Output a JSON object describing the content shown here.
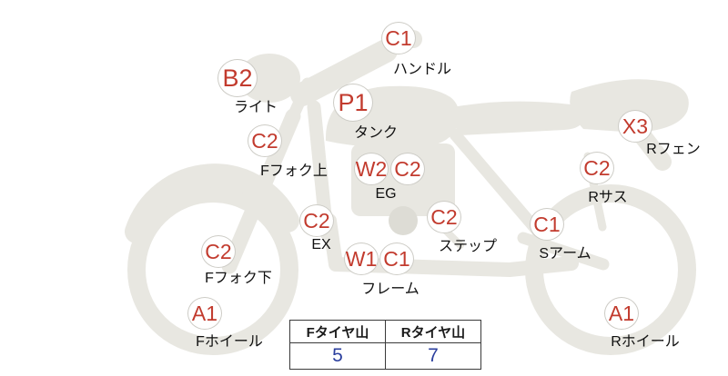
{
  "diagram": {
    "items": [
      {
        "grade": "C1",
        "part": "ハンドル"
      },
      {
        "grade": "B2",
        "part": "ライト"
      },
      {
        "grade": "P1",
        "part": "タンク"
      },
      {
        "grade": "C2",
        "part": "Fフォク上"
      },
      {
        "grade": "X3",
        "part": "Rフェン"
      },
      {
        "grade": "W2",
        "grade2": "C2",
        "part": "EG"
      },
      {
        "grade": "C2",
        "part": "Rサス"
      },
      {
        "grade": "C2",
        "part": "EX"
      },
      {
        "grade": "C2",
        "part": "ステップ"
      },
      {
        "grade": "C1",
        "part": "Sアーム"
      },
      {
        "grade": "C2",
        "part": "Fフォク下"
      },
      {
        "grade": "W1",
        "grade2": "C1",
        "part": "フレーム"
      },
      {
        "grade": "A1",
        "part": "Fホイール"
      },
      {
        "grade": "A1",
        "part": "Rホイール"
      }
    ]
  },
  "tire_table": {
    "headers": [
      "Fタイヤ山",
      "Rタイヤ山"
    ],
    "values": [
      "5",
      "7"
    ]
  },
  "colors": {
    "grade_text": "#c23b2e",
    "tread_value": "#2b3f9e",
    "silhouette": "#e8e7e1"
  }
}
